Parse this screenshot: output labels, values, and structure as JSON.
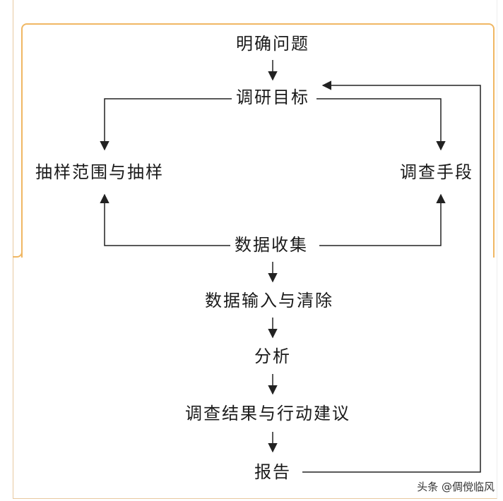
{
  "nodes": {
    "define_problem": "明确问题",
    "research_goal": "调研目标",
    "sampling": "抽样范围与抽样",
    "survey_method": "调查手段",
    "data_collection": "数据收集",
    "data_entry": "数据输入与清除",
    "analysis": "分析",
    "results": "调查结果与行动建议",
    "report": "报告"
  },
  "edges": [
    {
      "from": "明确问题",
      "to": "调研目标"
    },
    {
      "from": "调研目标",
      "to": "抽样范围与抽样"
    },
    {
      "from": "调研目标",
      "to": "调查手段"
    },
    {
      "from": "数据收集",
      "to": "抽样范围与抽样"
    },
    {
      "from": "数据收集",
      "to": "调查手段"
    },
    {
      "from": "数据收集",
      "to": "数据输入与清除"
    },
    {
      "from": "数据输入与清除",
      "to": "分析"
    },
    {
      "from": "分析",
      "to": "调查结果与行动建议"
    },
    {
      "from": "调查结果与行动建议",
      "to": "报告"
    },
    {
      "from": "报告",
      "to": "调研目标"
    }
  ],
  "watermark": "头条 @倜傥临风",
  "colors": {
    "frame": "#f0b763",
    "line": "#222222",
    "text": "#1a1a1a"
  }
}
